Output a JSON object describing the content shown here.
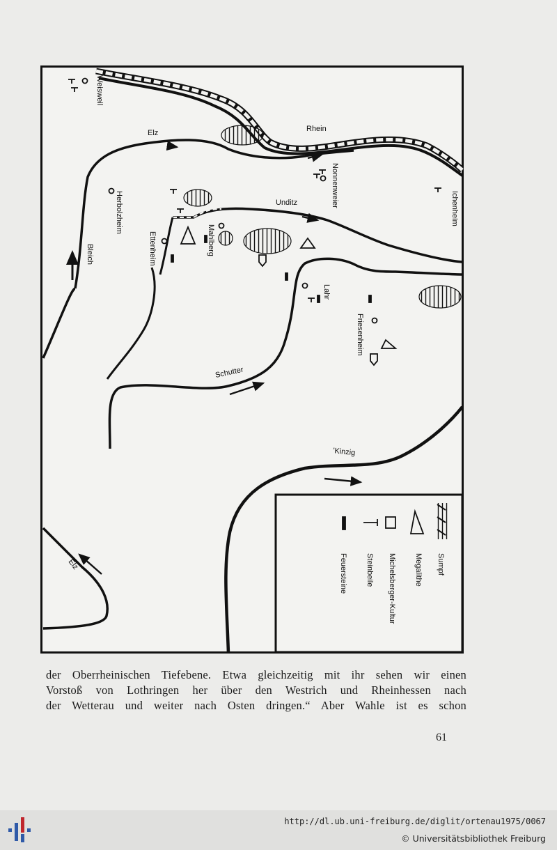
{
  "map": {
    "places": {
      "weisweil": "Weisweil",
      "herbolzheim": "Herbolzheim",
      "ettenheim": "Ettenheim",
      "mahlberg": "Mahlberg",
      "nonnenweier": "Nonnenweier",
      "ichenheim": "Ichenheim",
      "lahr": "Lahr",
      "friesenheim": "Friesenheim"
    },
    "rivers": {
      "elz_north": "Elz",
      "rhein": "Rhein",
      "unditz": "Unditz",
      "bleich": "Bleich",
      "schutter": "Schutter",
      "kinzig": "'Kinzig",
      "elz_south": "Elz"
    },
    "legend": {
      "items": [
        {
          "symbol": "hatched-area",
          "label": "Sumpf"
        },
        {
          "symbol": "megalith",
          "label": "Megalithe"
        },
        {
          "symbol": "house",
          "label": "Michelsberger-Kultur"
        },
        {
          "symbol": "stone-axe",
          "label": "Steinbeile"
        },
        {
          "symbol": "rectangle",
          "label": "Feuersteine"
        }
      ]
    }
  },
  "text": {
    "lines": [
      "der Oberrheinischen Tiefebene. Etwa gleichzeitig mit ihr sehen wir einen",
      "Vorstoß von Lothringen her über den Westrich und Rheinhessen nach",
      "der Wetterau und weiter nach Osten dringen.“ Aber Wahle ist es schon"
    ],
    "page_number": "61"
  },
  "footer": {
    "url": "http://dl.ub.uni-freiburg.de/diglit/ortenau1975/0067",
    "copyright": "© Universitätsbibliothek Freiburg"
  }
}
